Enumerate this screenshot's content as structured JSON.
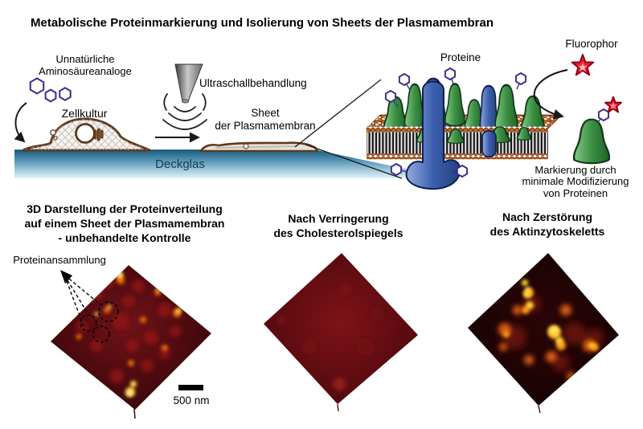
{
  "header": {
    "title": "Metabolische Proteinmarkierung und Isolierung von Sheets der Plasmamembran"
  },
  "workflow": {
    "amino_analogs": {
      "line1": "Unnatürliche",
      "line2": "Aminosäureanaloge"
    },
    "cell_culture_label": "Zellkultur",
    "sonication_label": "Ultraschallbehandlung",
    "sheet_label": {
      "line1": "Sheet",
      "line2": "der Plasmamembran"
    },
    "coverslip_label": "Deckglas"
  },
  "membrane_panel": {
    "proteins_label": "Proteine",
    "fluorophore_label": "Fluorophor",
    "labeling_caption": {
      "line1": "Markierung durch",
      "line2": "minimale Modifizierung",
      "line3": "von Proteinen"
    }
  },
  "afm_panels": {
    "control": {
      "title": {
        "line1": "3D Darstellung der Proteinverteilung",
        "line2": "auf einem Sheet der Plasmamembran",
        "line3": "- unbehandelte Kontrolle"
      },
      "annotation": "Proteinansammlung",
      "scale_bar_label": "500 nm"
    },
    "cholesterol": {
      "title": {
        "line1": "Nach Verringerung",
        "line2": "des Cholesterolspiegels"
      }
    },
    "actin": {
      "title": {
        "line1": "Nach Zerstörung",
        "line2": "des Aktinzytoskeletts"
      }
    }
  },
  "colors": {
    "protein_green": "#3c9043",
    "protein_blue": "#3c5fae",
    "fluorophore_red": "#ec1b2e",
    "amino_hexagon_purple": "#3b2a86",
    "lipid_head_brown": "#bf6322",
    "coverslip_teal": "#1a5e80",
    "afm_base_red": "#4c0a0f",
    "afm_peak_yellow": "#ffd84a"
  }
}
